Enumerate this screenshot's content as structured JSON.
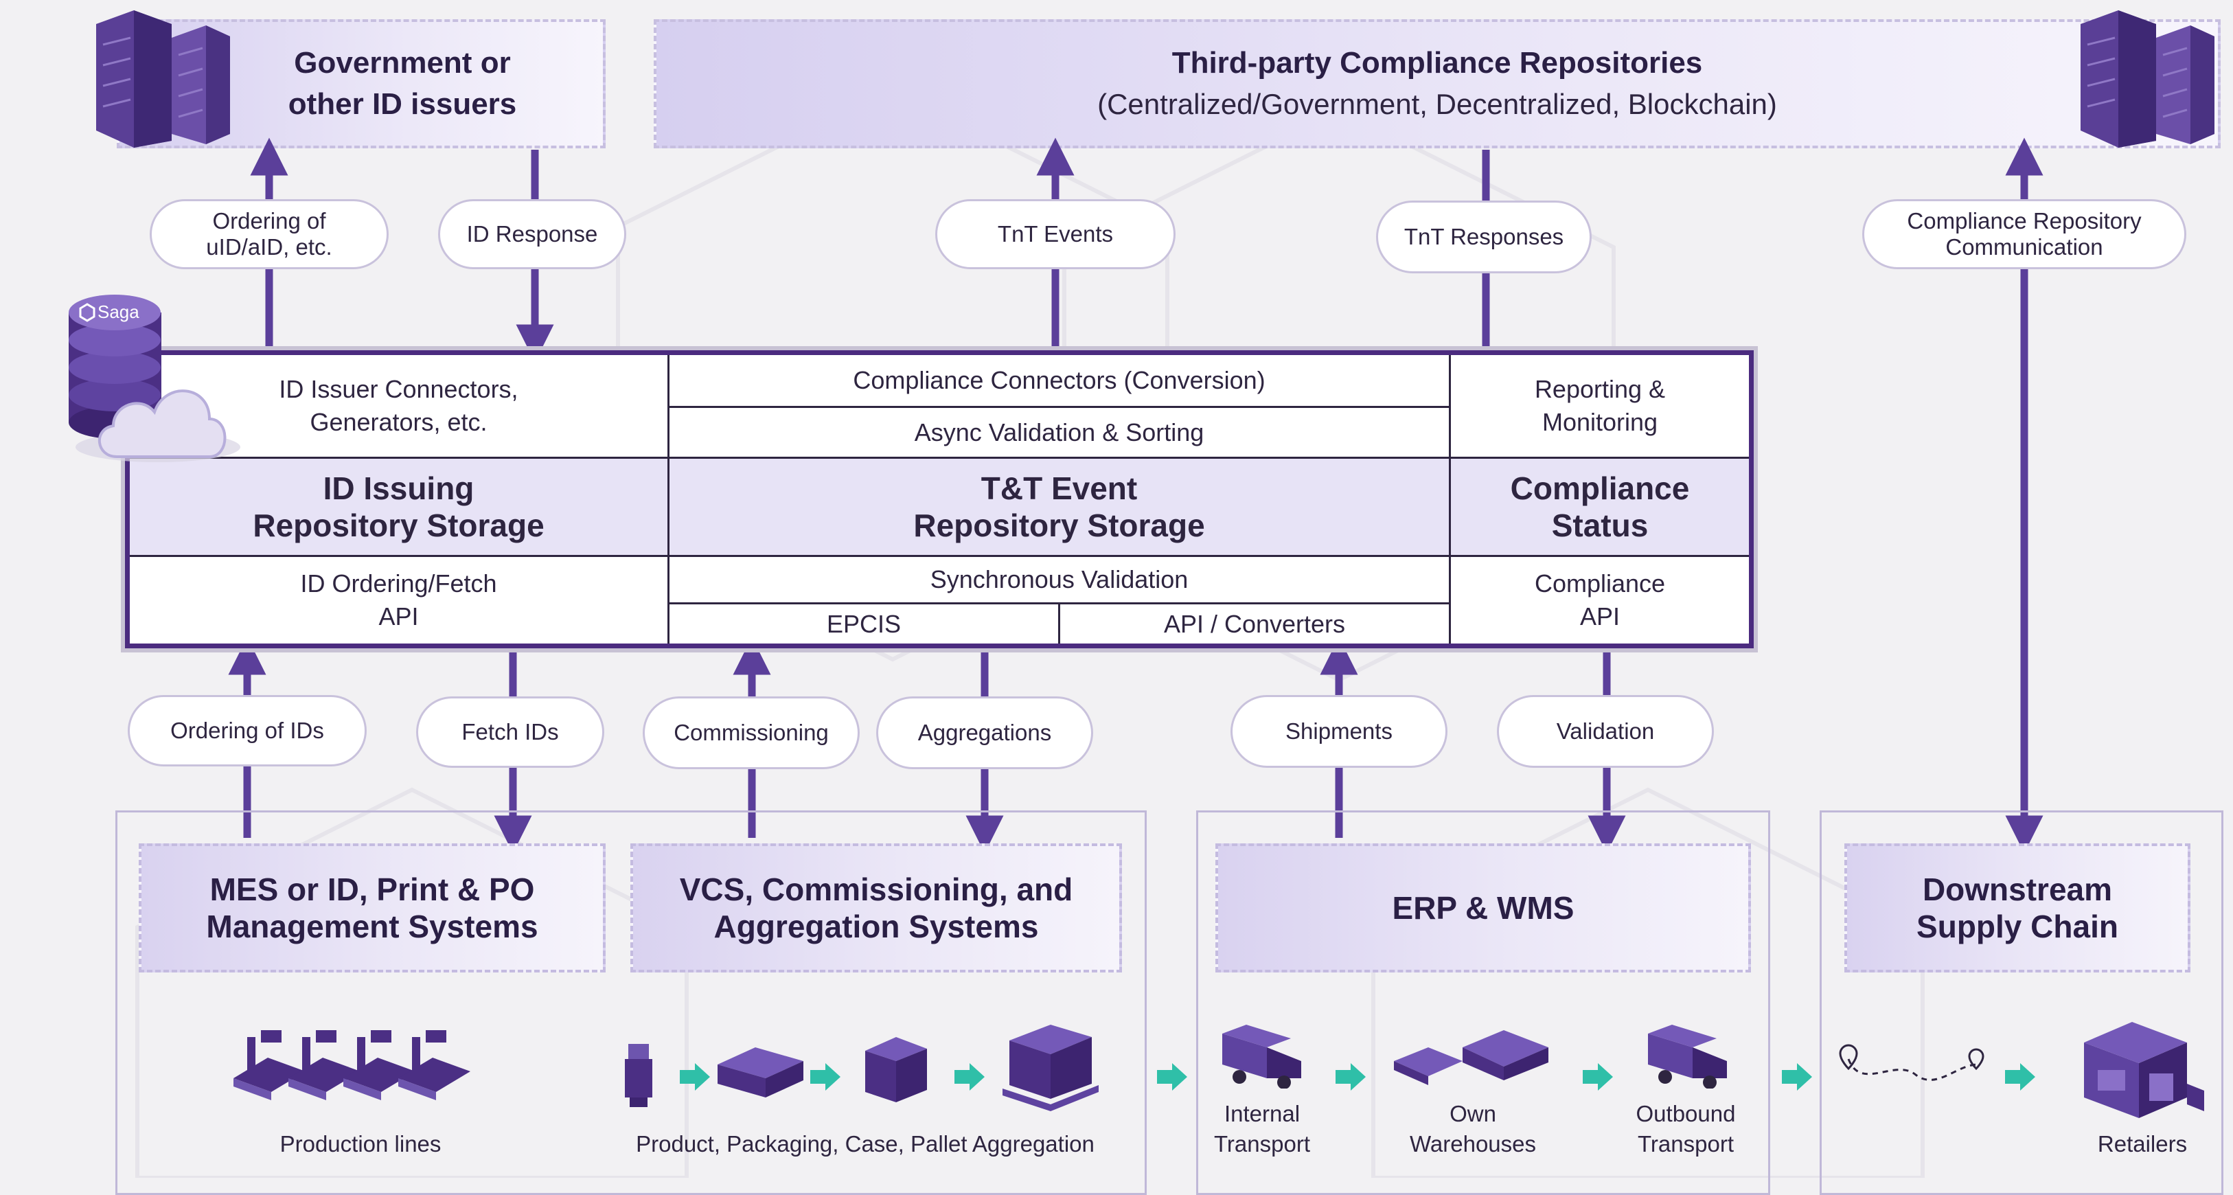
{
  "top": {
    "gov": {
      "line1": "Government or",
      "line2": "other ID issuers"
    },
    "third_party": {
      "title": "Third-party Compliance Repositories",
      "subtitle": "(Centralized/Government, Decentralized, Blockchain)"
    }
  },
  "pills_top": {
    "ordering": {
      "line1": "Ordering of",
      "line2": "uID/aID, etc."
    },
    "id_response": "ID Response",
    "tnt_events": "TnT Events",
    "tnt_responses": "TnT Responses",
    "compliance_comm": {
      "line1": "Compliance Repository",
      "line2": "Communication"
    }
  },
  "logo": {
    "text": "Saga"
  },
  "core": {
    "id_connectors": {
      "line1": "ID Issuer Connectors,",
      "line2": "Generators, etc."
    },
    "compliance_connectors": "Compliance Connectors (Conversion)",
    "async_validation": "Async Validation & Sorting",
    "reporting": {
      "line1": "Reporting &",
      "line2": "Monitoring"
    },
    "id_storage": {
      "line1": "ID Issuing",
      "line2": "Repository Storage"
    },
    "tt_storage": {
      "line1": "T&T Event",
      "line2": "Repository Storage"
    },
    "compliance_status": {
      "line1": "Compliance",
      "line2": "Status"
    },
    "id_api": {
      "line1": "ID Ordering/Fetch",
      "line2": "API"
    },
    "sync_validation": "Synchronous Validation",
    "epcis": "EPCIS",
    "api_converters": "API / Converters",
    "compliance_api": {
      "line1": "Compliance",
      "line2": "API"
    }
  },
  "pills_bottom": {
    "ordering_ids": "Ordering of IDs",
    "fetch_ids": "Fetch IDs",
    "commissioning": "Commissioning",
    "aggregations": "Aggregations",
    "shipments": "Shipments",
    "validation": "Validation"
  },
  "systems": {
    "mes": {
      "line1": "MES or ID, Print & PO",
      "line2": "Management Systems"
    },
    "vcs": {
      "line1": "VCS, Commissioning, and",
      "line2": "Aggregation Systems"
    },
    "erp": "ERP & WMS",
    "downstream": {
      "line1": "Downstream",
      "line2": "Supply Chain"
    }
  },
  "bottom_labels": {
    "production_lines": "Production lines",
    "aggregation": "Product, Packaging, Case, Pallet Aggregation",
    "internal_transport": {
      "line1": "Internal",
      "line2": "Transport"
    },
    "own_warehouses": {
      "line1": "Own",
      "line2": "Warehouses"
    },
    "outbound_transport": {
      "line1": "Outbound",
      "line2": "Transport"
    },
    "retailers": "Retailers"
  },
  "colors": {
    "accent": "#5b3f9a",
    "frame": "#4b2b7f",
    "teal": "#2fbfa8",
    "box_fill": "#e7e3f6"
  }
}
